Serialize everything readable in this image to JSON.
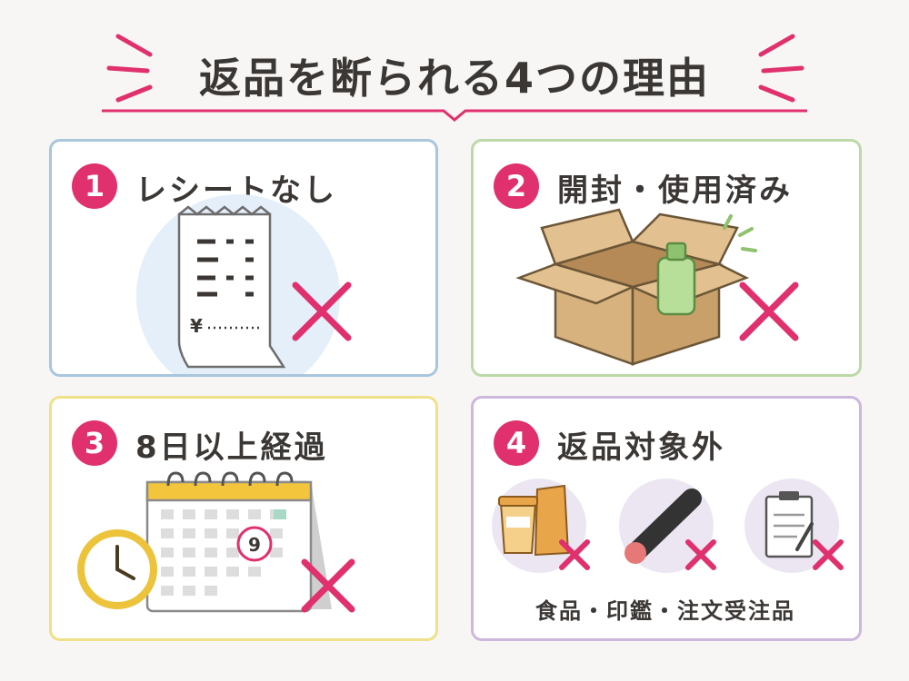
{
  "title": "返品を断られる4つの理由",
  "colors": {
    "accent": "#e0306d",
    "card1_border": "#a9c6dc",
    "card2_border": "#bcd9a8",
    "card3_border": "#efe08a",
    "card4_border": "#cdb7dc"
  },
  "reasons": [
    {
      "number": "1",
      "label": "レシートなし",
      "icon": "receipt-icon"
    },
    {
      "number": "2",
      "label": "開封・使用済み",
      "icon": "opened-box-icon"
    },
    {
      "number": "3",
      "label": "8日以上経過",
      "icon": "calendar-clock-icon",
      "calendar_day": "9"
    },
    {
      "number": "4",
      "label": "返品対象外",
      "icon": "excluded-items-icon",
      "caption": "食品・印鑑・注文受注品"
    }
  ]
}
